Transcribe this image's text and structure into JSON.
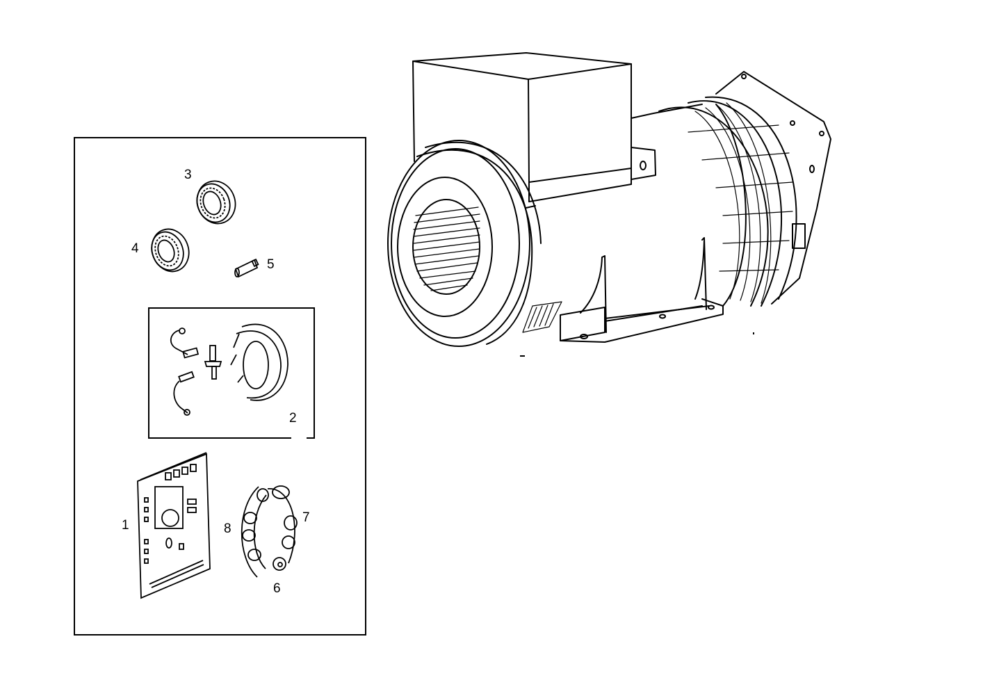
{
  "diagram": {
    "type": "exploded-parts-view",
    "subject": "alternator assembly",
    "colors": {
      "line": "#000000",
      "background": "#ffffff"
    },
    "kit_box": {
      "callouts": [
        {
          "id": "1",
          "label": "1",
          "part": "voltage-regulator-board"
        },
        {
          "id": "2",
          "label": "2",
          "part": "rotating-diode-assembly"
        },
        {
          "id": "3",
          "label": "3",
          "part": "bearing-ring"
        },
        {
          "id": "4",
          "label": "4",
          "part": "bearing-ring"
        },
        {
          "id": "5",
          "label": "5",
          "part": "pin"
        },
        {
          "id": "6",
          "label": "6",
          "part": "rectifier-bridge-terminal"
        },
        {
          "id": "7",
          "label": "7",
          "part": "rectifier-bridge-diode"
        },
        {
          "id": "8",
          "label": "8",
          "part": "rectifier-bridge"
        }
      ]
    },
    "main_unit": {
      "part": "alternator-generator"
    }
  }
}
